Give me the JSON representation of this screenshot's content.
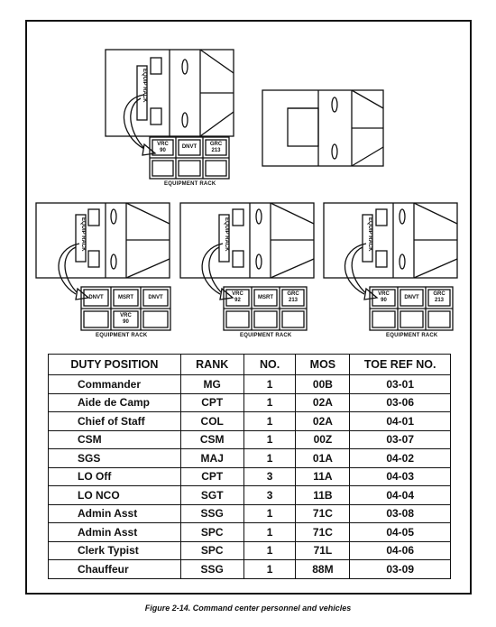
{
  "figure": {
    "caption": "Figure 2-14. Command center personnel and vehicles"
  },
  "vehicles": {
    "rack_side_label": "EQUIP RACK",
    "equipment_rack_label": "EQUIPMENT RACK",
    "top_vehicle": {
      "slots": [
        "VRC\n90",
        "DNVT",
        "GRC\n213"
      ]
    },
    "bottom_left_vehicle": {
      "slots": [
        "DNVT",
        "MSRT",
        "DNVT",
        "",
        "VRC\n90",
        ""
      ]
    },
    "bottom_center_vehicle": {
      "slots": [
        "VRC\n92",
        "MSRT",
        "GRC\n213"
      ]
    },
    "bottom_right_vehicle": {
      "slots": [
        "VRC\n90",
        "DNVT",
        "GRC\n213"
      ]
    }
  },
  "table": {
    "headers": [
      "DUTY POSITION",
      "RANK",
      "NO.",
      "MOS",
      "TOE REF NO."
    ],
    "rows": [
      [
        "Commander",
        "MG",
        "1",
        "00B",
        "03-01"
      ],
      [
        "Aide de Camp",
        "CPT",
        "1",
        "02A",
        "03-06"
      ],
      [
        "Chief of Staff",
        "COL",
        "1",
        "02A",
        "04-01"
      ],
      [
        "CSM",
        "CSM",
        "1",
        "00Z",
        "03-07"
      ],
      [
        "SGS",
        "MAJ",
        "1",
        "01A",
        "04-02"
      ],
      [
        "LO Off",
        "CPT",
        "3",
        "11A",
        "04-03"
      ],
      [
        "LO NCO",
        "SGT",
        "3",
        "11B",
        "04-04"
      ],
      [
        "Admin Asst",
        "SSG",
        "1",
        "71C",
        "03-08"
      ],
      [
        "Admin Asst",
        "SPC",
        "1",
        "71C",
        "04-05"
      ],
      [
        "Clerk Typist",
        "SPC",
        "1",
        "71L",
        "04-06"
      ],
      [
        "Chauffeur",
        "SSG",
        "1",
        "88M",
        "03-09"
      ]
    ]
  }
}
